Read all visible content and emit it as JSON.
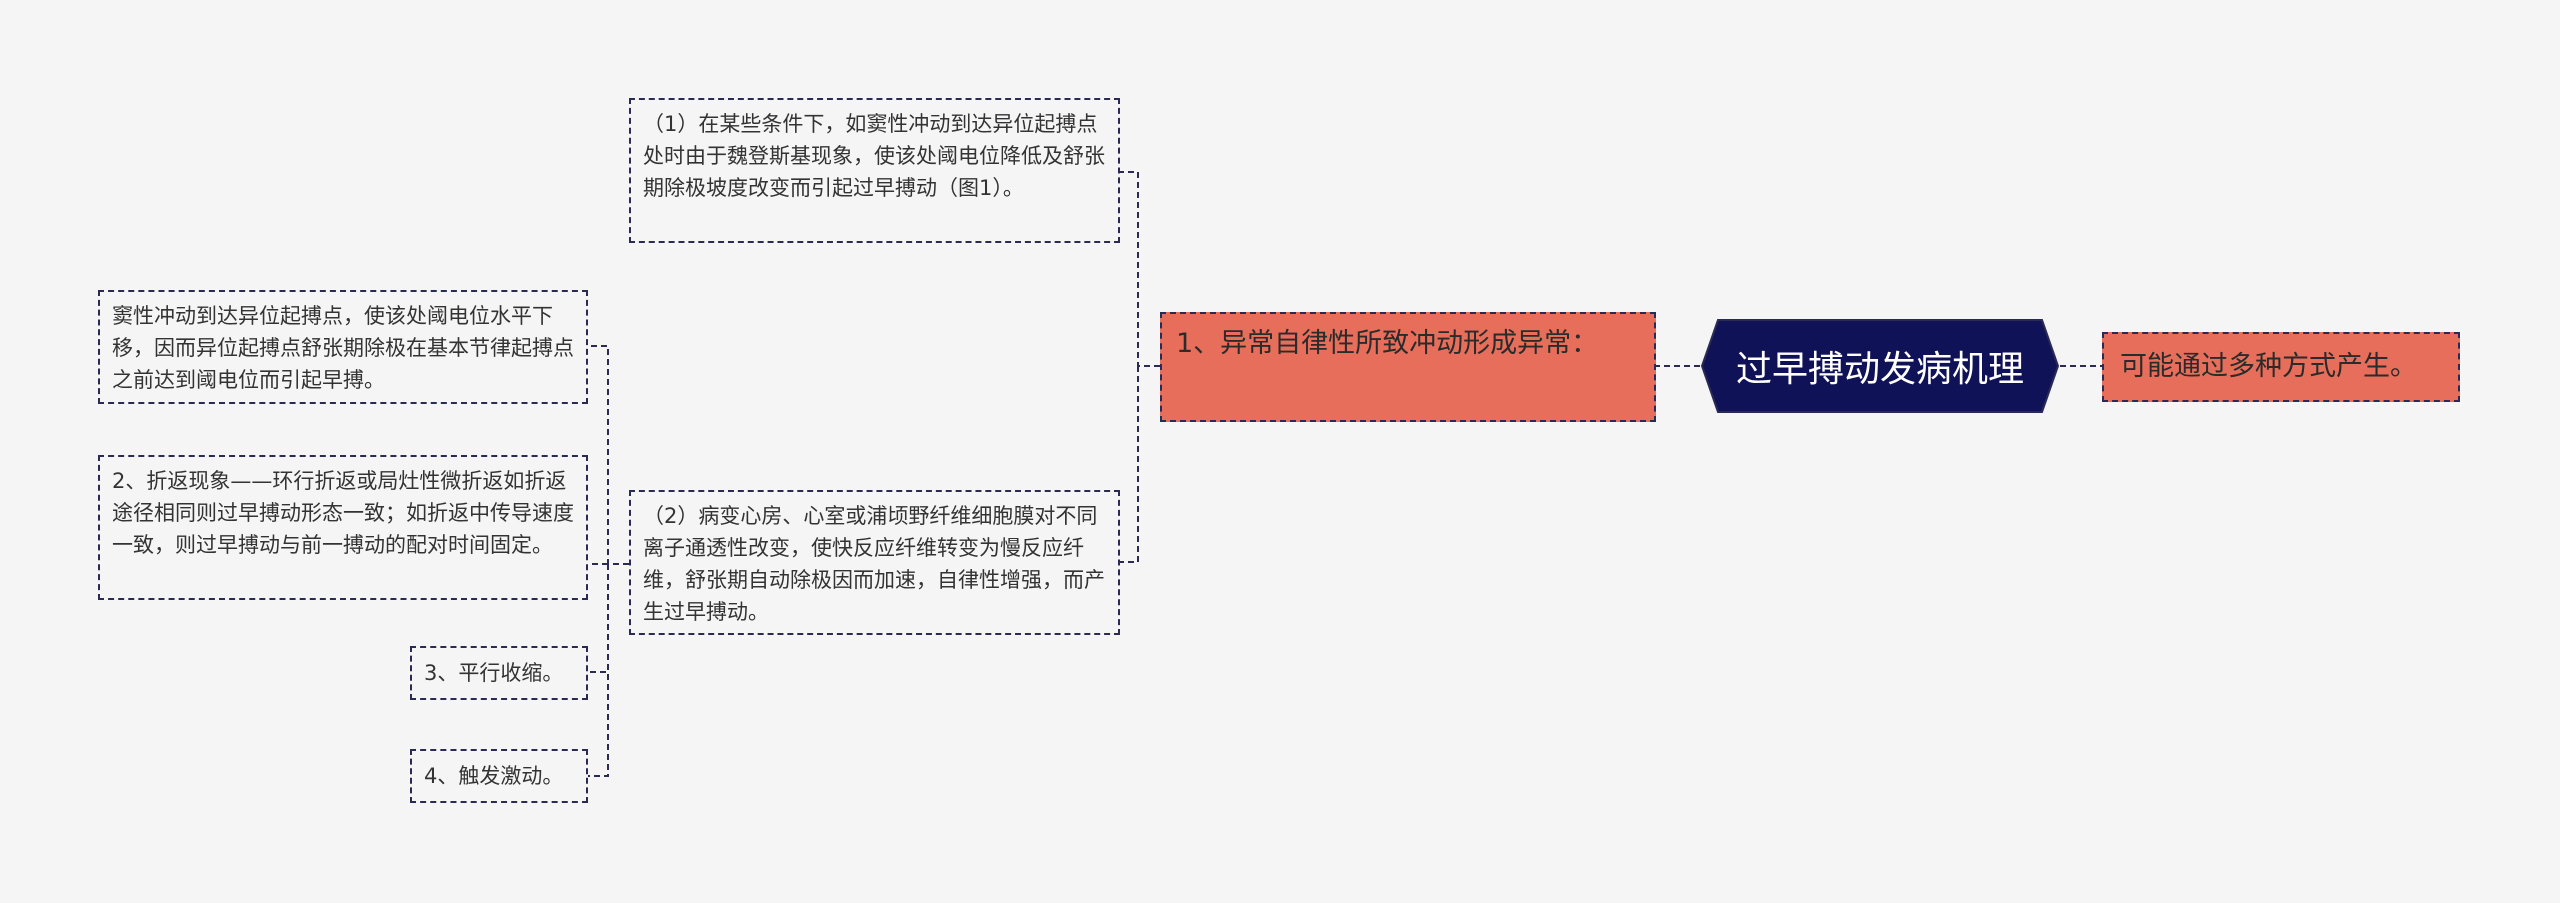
{
  "root": {
    "title": "过早搏动发病机理",
    "fill": "#0f1257"
  },
  "right_branch": {
    "text": "可能通过多种方式产生。",
    "fill": "#e76e5a"
  },
  "main_branch": {
    "text": "1、异常自律性所致冲动形成异常：",
    "fill": "#e76e5a"
  },
  "mid_leaves": [
    {
      "text": "（1）在某些条件下，如窦性冲动到达异位起搏点处时由于魏登斯基现象，使该处阈电位降低及舒张期除极坡度改变而引起过早搏动（图1）。"
    },
    {
      "text": "（2）病变心房、心室或浦顷野纤维细胞膜对不同离子通透性改变，使快反应纤维转变为慢反应纤维，舒张期自动除极因而加速，自律性增强，而产生过早搏动。"
    }
  ],
  "left_leaves": [
    {
      "text": "窦性冲动到达异位起搏点，使该处阈电位水平下移，因而异位起搏点舒张期除极在基本节律起搏点之前达到阈电位而引起早搏。"
    },
    {
      "text": "2、折返现象——环行折返或局灶性微折返如折返途径相同则过早搏动形态一致；如折返中传导速度一致，则过早搏动与前一搏动的配对时间固定。"
    },
    {
      "text": "3、平行收缩。"
    },
    {
      "text": "4、触发激动。"
    }
  ],
  "colors": {
    "connector": "#2a2a55",
    "background": "#f5f5f6",
    "border": "#2a2a55"
  }
}
